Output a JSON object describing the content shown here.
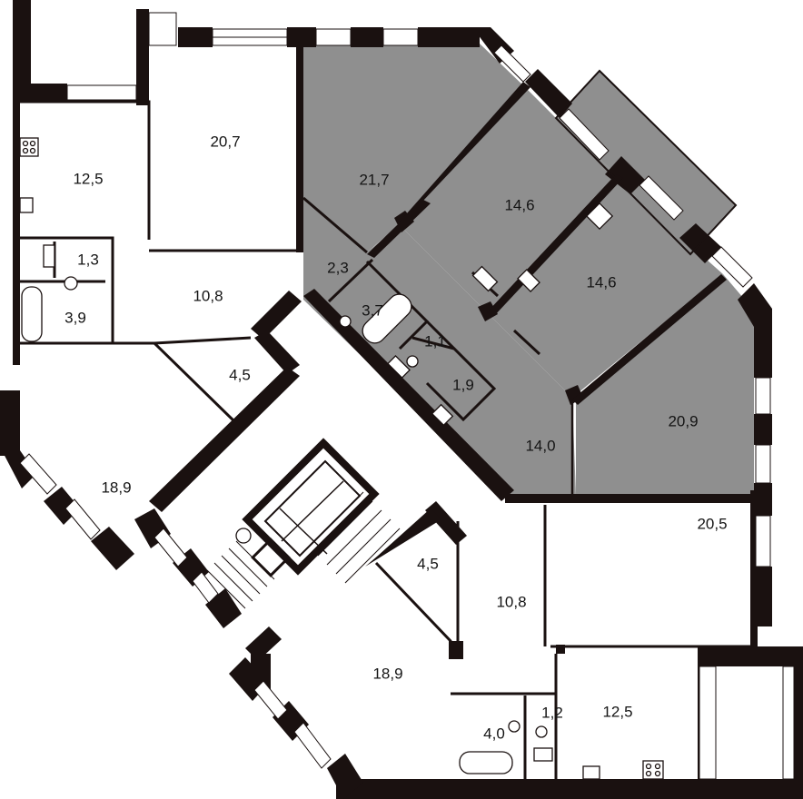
{
  "plan": {
    "colors": {
      "wall": "#1a1110",
      "highlighted_apartment": "#8f8f8f",
      "background": "#ffffff"
    },
    "rooms": [
      {
        "id": "kitchen-top-left",
        "area": "12,5",
        "highlighted": false
      },
      {
        "id": "room-top-left",
        "area": "20,7",
        "highlighted": false
      },
      {
        "id": "room-hl-large",
        "area": "21,7",
        "highlighted": true
      },
      {
        "id": "room-hl-north",
        "area": "14,6",
        "highlighted": true
      },
      {
        "id": "kitchen-hl",
        "area": "14,6",
        "highlighted": true
      },
      {
        "id": "corridor-hl-small",
        "area": "2,3",
        "highlighted": true
      },
      {
        "id": "bath-hl",
        "area": "3,7",
        "highlighted": true
      },
      {
        "id": "wc-hl",
        "area": "1,1",
        "highlighted": true
      },
      {
        "id": "storage-hl",
        "area": "1,9",
        "highlighted": true
      },
      {
        "id": "hall-hl",
        "area": "14,0",
        "highlighted": true
      },
      {
        "id": "room-hl-east",
        "area": "20,9",
        "highlighted": true
      },
      {
        "id": "wc-top-left",
        "area": "1,3",
        "highlighted": false
      },
      {
        "id": "hall-top-left",
        "area": "10,8",
        "highlighted": false
      },
      {
        "id": "bath-top-left",
        "area": "3,9",
        "highlighted": false
      },
      {
        "id": "storage-top-left",
        "area": "4,5",
        "highlighted": false
      },
      {
        "id": "room-west",
        "area": "18,9",
        "highlighted": false
      },
      {
        "id": "room-east",
        "area": "20,5",
        "highlighted": false
      },
      {
        "id": "storage-bottom",
        "area": "4,5",
        "highlighted": false
      },
      {
        "id": "hall-bottom",
        "area": "10,8",
        "highlighted": false
      },
      {
        "id": "room-south",
        "area": "18,9",
        "highlighted": false
      },
      {
        "id": "bath-bottom",
        "area": "4,0",
        "highlighted": false
      },
      {
        "id": "wc-bottom",
        "area": "1,2",
        "highlighted": false
      },
      {
        "id": "kitchen-bottom",
        "area": "12,5",
        "highlighted": false
      }
    ]
  }
}
